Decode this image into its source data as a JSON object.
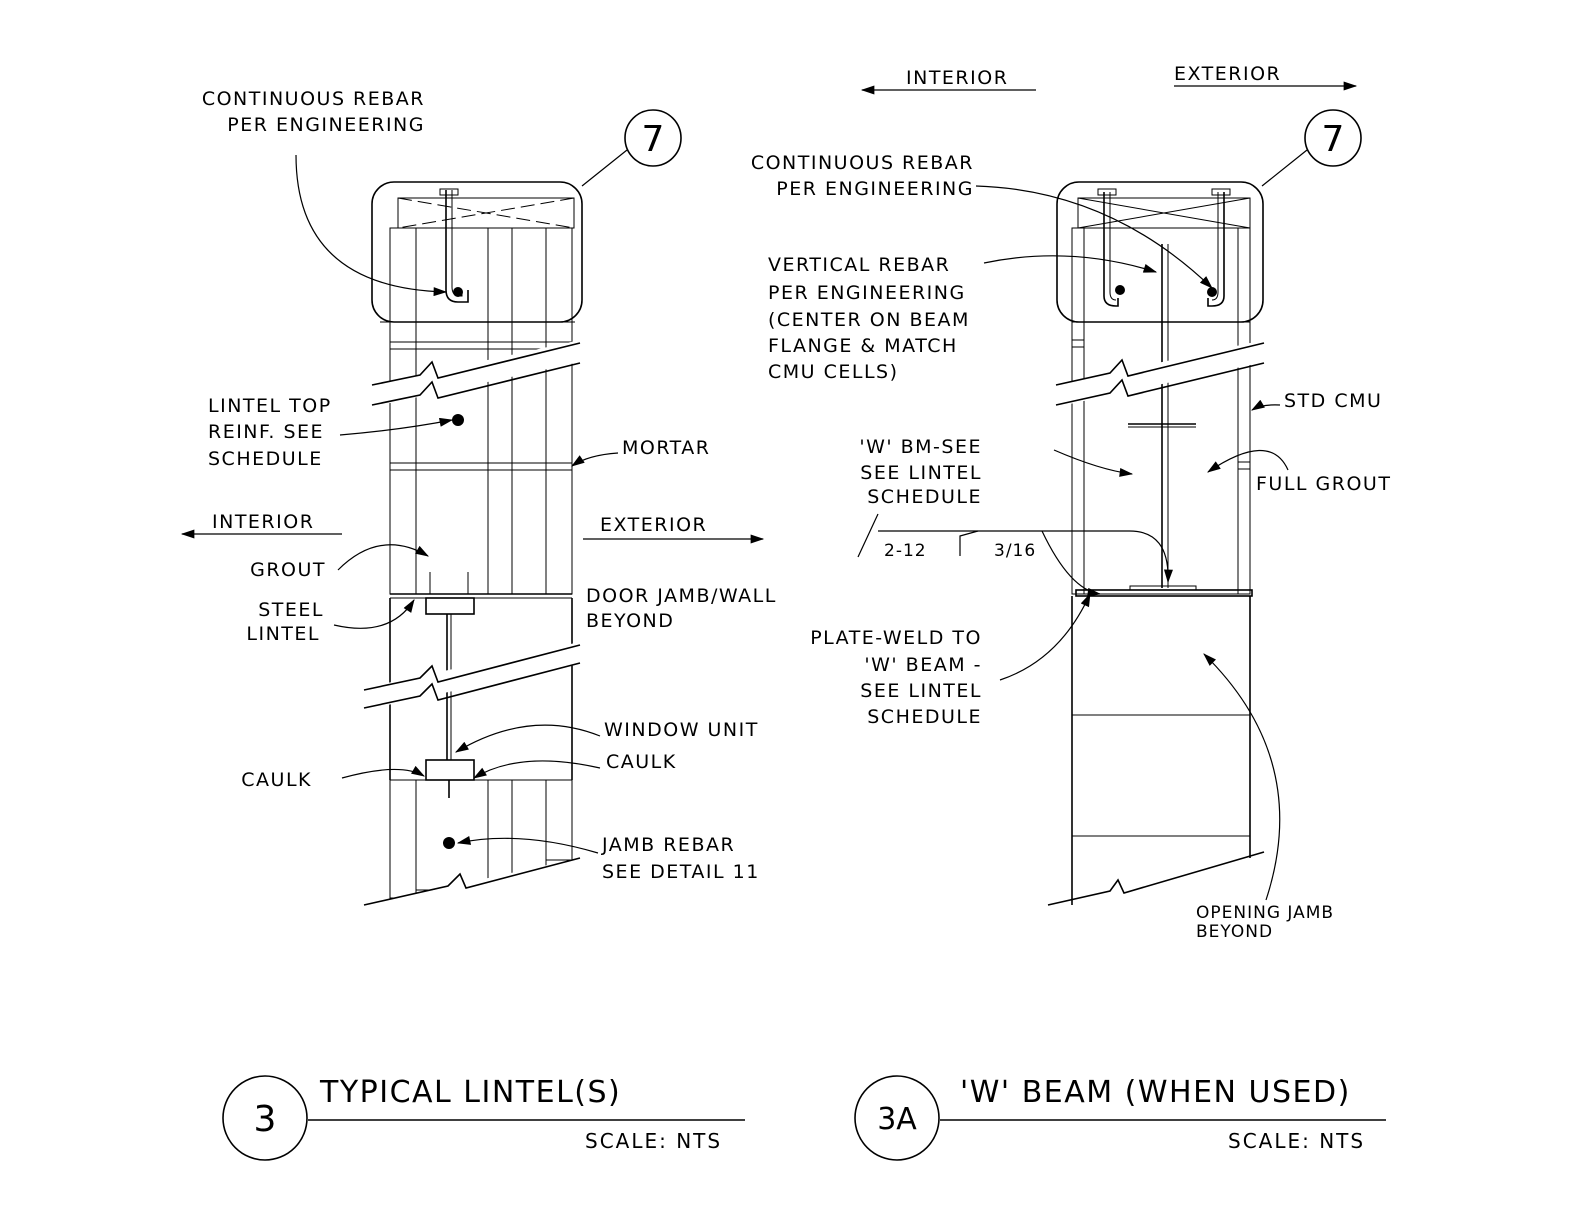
{
  "detail_3": {
    "bubble": "3",
    "section_bubble": "7",
    "title": "TYPICAL LINTEL(S)",
    "scale": "SCALE: NTS",
    "interior": "INTERIOR",
    "exterior": "EXTERIOR",
    "labels": {
      "continuous_rebar": [
        "CONTINUOUS REBAR",
        "PER ENGINEERING"
      ],
      "lintel_top": [
        "LINTEL TOP",
        "REINF. SEE",
        "SCHEDULE"
      ],
      "mortar": "MORTAR",
      "grout": "GROUT",
      "steel_lintel": [
        "STEEL",
        "LINTEL"
      ],
      "door_jamb": [
        "DOOR JAMB/WALL",
        "BEYOND"
      ],
      "window_unit": "WINDOW UNIT",
      "caulk_right": "CAULK",
      "caulk_left": "CAULK",
      "jamb_rebar": [
        "JAMB REBAR",
        "SEE DETAIL 11"
      ]
    }
  },
  "detail_3a": {
    "bubble": "3A",
    "section_bubble": "7",
    "title": "'W' BEAM (WHEN USED)",
    "scale": "SCALE: NTS",
    "interior": "INTERIOR",
    "exterior": "EXTERIOR",
    "labels": {
      "continuous_rebar": [
        "CONTINUOUS REBAR",
        "PER ENGINEERING"
      ],
      "vertical_rebar": [
        "VERTICAL REBAR",
        "PER ENGINEERING",
        "(CENTER ON BEAM",
        "FLANGE & MATCH",
        "CMU CELLS)"
      ],
      "std_cmu": "STD CMU",
      "w_bm": [
        "'W' BM-SEE",
        "SEE LINTEL",
        "SCHEDULE"
      ],
      "full_grout": "FULL GROUT",
      "weld_left": "2-12",
      "weld_right": "3/16",
      "plate_weld": [
        "PLATE-WELD TO",
        "'W' BEAM -",
        "SEE LINTEL",
        "SCHEDULE"
      ],
      "opening_jamb": [
        "OPENING JAMB",
        "BEYOND"
      ]
    }
  }
}
